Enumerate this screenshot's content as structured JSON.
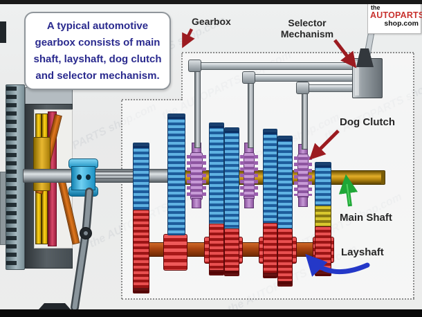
{
  "info_box": {
    "lines": [
      "A typical automotive",
      "gearbox consists of main",
      "shaft, layshaft, dog clutch",
      "and selector mechanism."
    ]
  },
  "labels": {
    "gearbox": "Gearbox",
    "selector_line1": "Selector",
    "selector_line2": "Mechanism",
    "dog_clutch": "Dog Clutch",
    "main_shaft": "Main Shaft",
    "layshaft": "Layshaft"
  },
  "logo": {
    "line1": "the",
    "line2": "AUTOPARTS",
    "line3": "shop.com"
  },
  "watermark": {
    "text": "the AUTOPARTS shop.com"
  },
  "colors": {
    "arrow_red": "#9c1b20",
    "arrow_green": "#1fa637",
    "arrow_blue": "#2438c8",
    "logo_red": "#c8322e",
    "info_text_blue": "#2a2a8e",
    "gear_blue": "#1d5c9c",
    "gear_red": "#9a1414",
    "dog_clutch_purple": "#8d55a0",
    "main_shaft_gold": "#c7951c",
    "layshaft_brown": "#a84410"
  }
}
